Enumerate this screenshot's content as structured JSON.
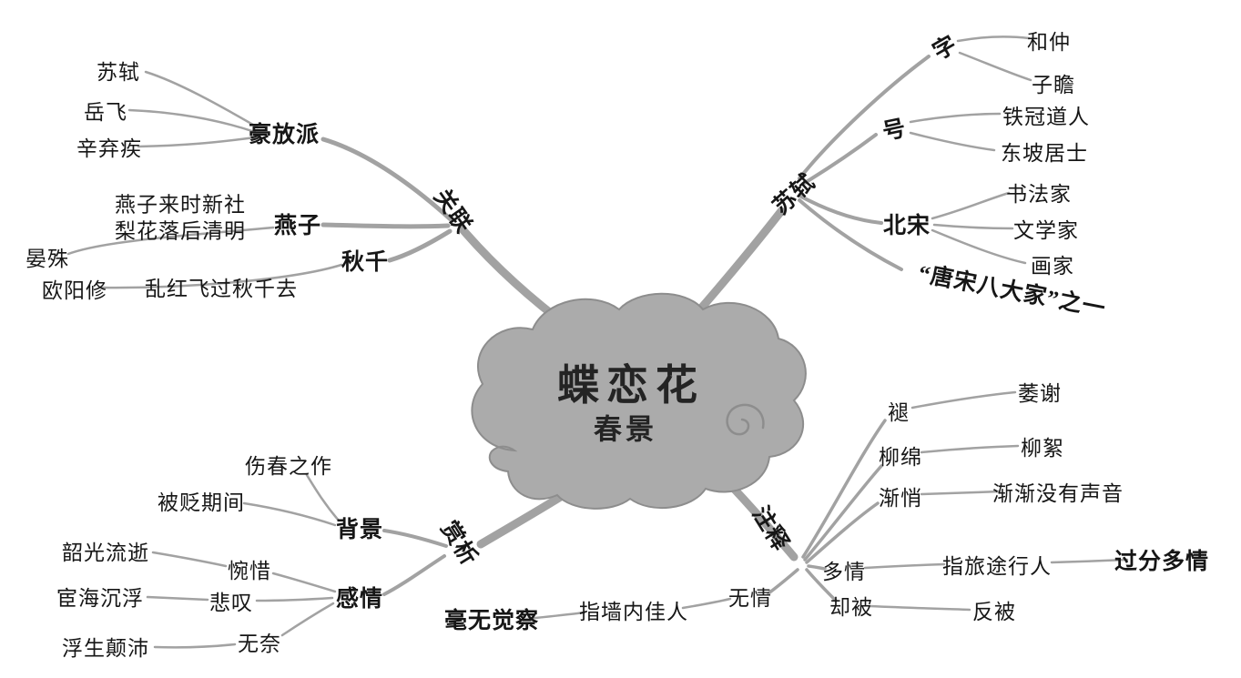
{
  "center": {
    "title": "蝶恋花",
    "subtitle": "春景"
  },
  "colors": {
    "branch": "#a2a2a2",
    "cloud_fill": "#ababab",
    "cloud_stroke": "#8d8d8d",
    "text": "#161616"
  },
  "branches": {
    "assoc": {
      "label": "关联",
      "haofang": {
        "label": "豪放派",
        "items": [
          "苏轼",
          "岳飞",
          "辛弃疾"
        ]
      },
      "yanzi": {
        "label": "燕子",
        "quote1": "燕子来时新社",
        "quote2": "梨花落后清明",
        "author": "晏殊"
      },
      "qiuqian": {
        "label": "秋千",
        "quote": "乱红飞过秋千去",
        "author": "欧阳修"
      }
    },
    "sushi": {
      "label": "苏轼",
      "zi": {
        "label": "字",
        "items": [
          "和仲",
          "子瞻"
        ]
      },
      "hao": {
        "label": "号",
        "items": [
          "铁冠道人",
          "东坡居士"
        ]
      },
      "beisong": {
        "label": "北宋",
        "items": [
          "书法家",
          "文学家",
          "画家"
        ]
      },
      "bajia": "“唐宋八大家”之一"
    },
    "zhushi": {
      "label": "注释",
      "tui": {
        "term": "褪",
        "meaning": "萎谢"
      },
      "liumian": {
        "term": "柳绵",
        "meaning": "柳絮"
      },
      "jianqiao": {
        "term": "渐悄",
        "meaning": "渐渐没有声音"
      },
      "duoqing": {
        "term": "多情",
        "meaning": "指旅途行人",
        "extra": "过分多情"
      },
      "quebei": {
        "term": "却被",
        "meaning": "反被"
      },
      "wuqing": {
        "term": "无情",
        "meaning": "指墙内佳人",
        "extra": "毫无觉察"
      }
    },
    "shangxi": {
      "label": "赏析",
      "beijing": {
        "label": "背景",
        "items": [
          "伤春之作",
          "被贬期间"
        ]
      },
      "ganqing": {
        "label": "感情",
        "items": [
          {
            "feel": "惋惜",
            "detail": "韶光流逝"
          },
          {
            "feel": "悲叹",
            "detail": "宦海沉浮"
          },
          {
            "feel": "无奈",
            "detail": "浮生颠沛"
          }
        ]
      }
    }
  }
}
